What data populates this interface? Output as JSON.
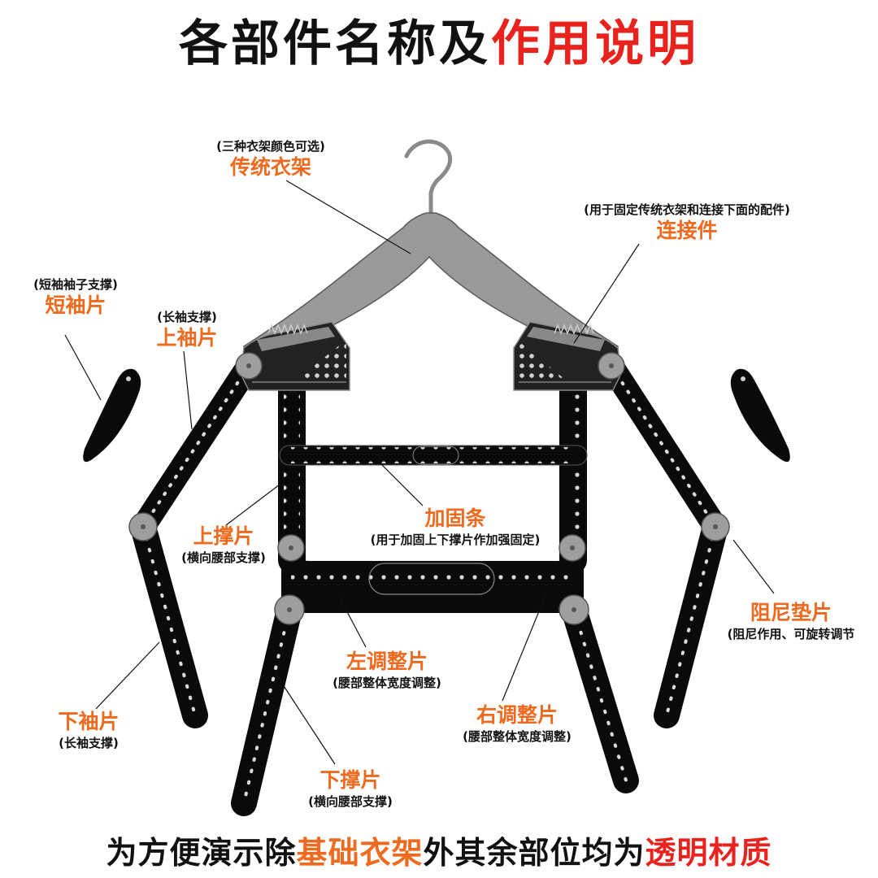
{
  "title": {
    "part1": "各部件名称及",
    "part2": "作用说明"
  },
  "labels": {
    "hanger": {
      "sub": "(三种衣架颜色可选)",
      "main": "传统衣架"
    },
    "connector": {
      "sub": "(用于固定传统衣架和连接下面的配件)",
      "main": "连接件"
    },
    "short_sleeve": {
      "sub": "(短袖袖子支撑)",
      "main": "短袖片"
    },
    "upper_sleeve": {
      "sub": "(长袖支撑)",
      "main": "上袖片"
    },
    "reinforce": {
      "main": "加固条",
      "sub": "(用于加固上下撑片作加强固定)"
    },
    "upper_brace": {
      "main": "上撑片",
      "sub": "(横向腰部支撑)"
    },
    "damper": {
      "main": "阻尼垫片",
      "sub": "(阻尼作用、可旋转调节"
    },
    "left_adjust": {
      "main": "左调整片",
      "sub": "(腰部整体宽度调整)"
    },
    "right_adjust": {
      "main": "右调整片",
      "sub": "(腰部整体宽度调整)"
    },
    "lower_sleeve": {
      "main": "下袖片",
      "sub": "(长袖支撑)"
    },
    "lower_brace": {
      "main": "下撑片",
      "sub": "(横向腰部支撑)"
    }
  },
  "footer": {
    "part1": "为方便演示除",
    "part2": "基础衣架",
    "part3": "外其余部位均为",
    "part4": "透明材质"
  },
  "colors": {
    "accent_orange": "#ee6a1f",
    "accent_red": "#e8231e",
    "part_black": "#0a0a0a",
    "hanger_gray": "#9a9a9a"
  }
}
